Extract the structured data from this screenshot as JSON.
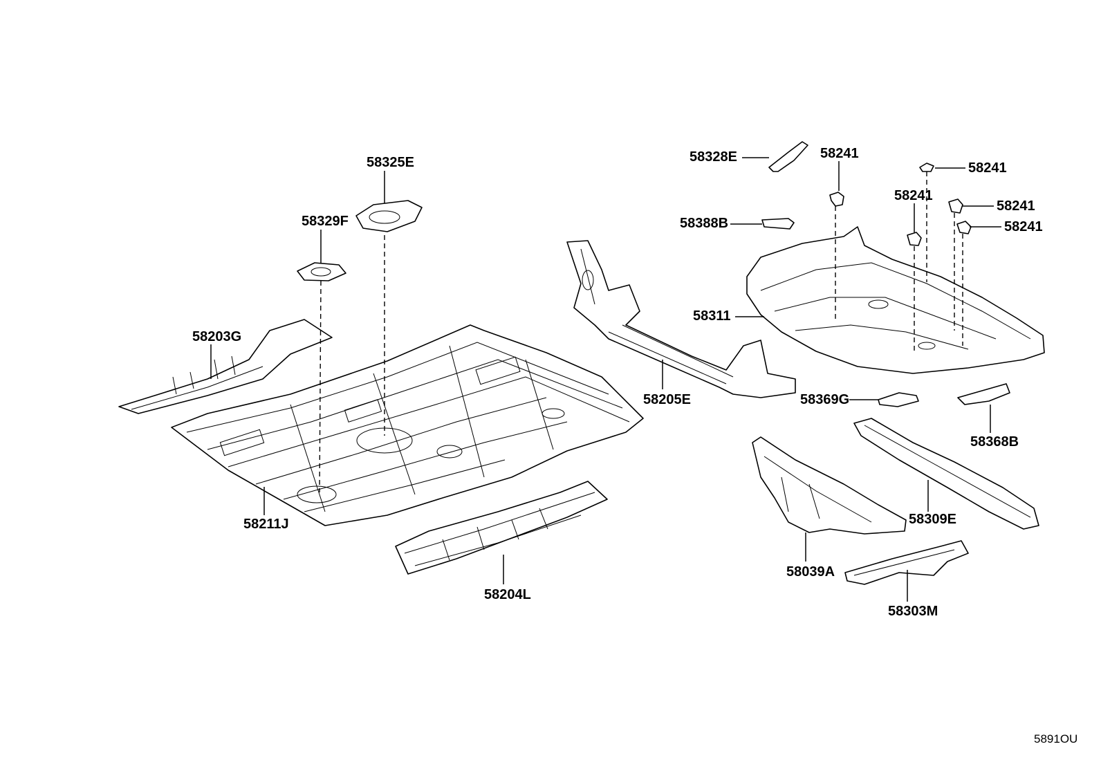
{
  "diagram": {
    "reference_code": "5891OU",
    "parts": [
      {
        "key": "p58325E",
        "label": "58325E"
      },
      {
        "key": "p58329F",
        "label": "58329F"
      },
      {
        "key": "p58203G",
        "label": "58203G"
      },
      {
        "key": "p58211J",
        "label": "58211J"
      },
      {
        "key": "p58204L",
        "label": "58204L"
      },
      {
        "key": "p58205E",
        "label": "58205E"
      },
      {
        "key": "p58328E",
        "label": "58328E"
      },
      {
        "key": "p58388B",
        "label": "58388B"
      },
      {
        "key": "p58311",
        "label": "58311"
      },
      {
        "key": "p58241a",
        "label": "58241"
      },
      {
        "key": "p58241b",
        "label": "58241"
      },
      {
        "key": "p58241c",
        "label": "58241"
      },
      {
        "key": "p58241d",
        "label": "58241"
      },
      {
        "key": "p58241e",
        "label": "58241"
      },
      {
        "key": "p58369G",
        "label": "58369G"
      },
      {
        "key": "p58368B",
        "label": "58368B"
      },
      {
        "key": "p58309E",
        "label": "58309E"
      },
      {
        "key": "p58039A",
        "label": "58039A"
      },
      {
        "key": "p58303M",
        "label": "58303M"
      }
    ]
  }
}
